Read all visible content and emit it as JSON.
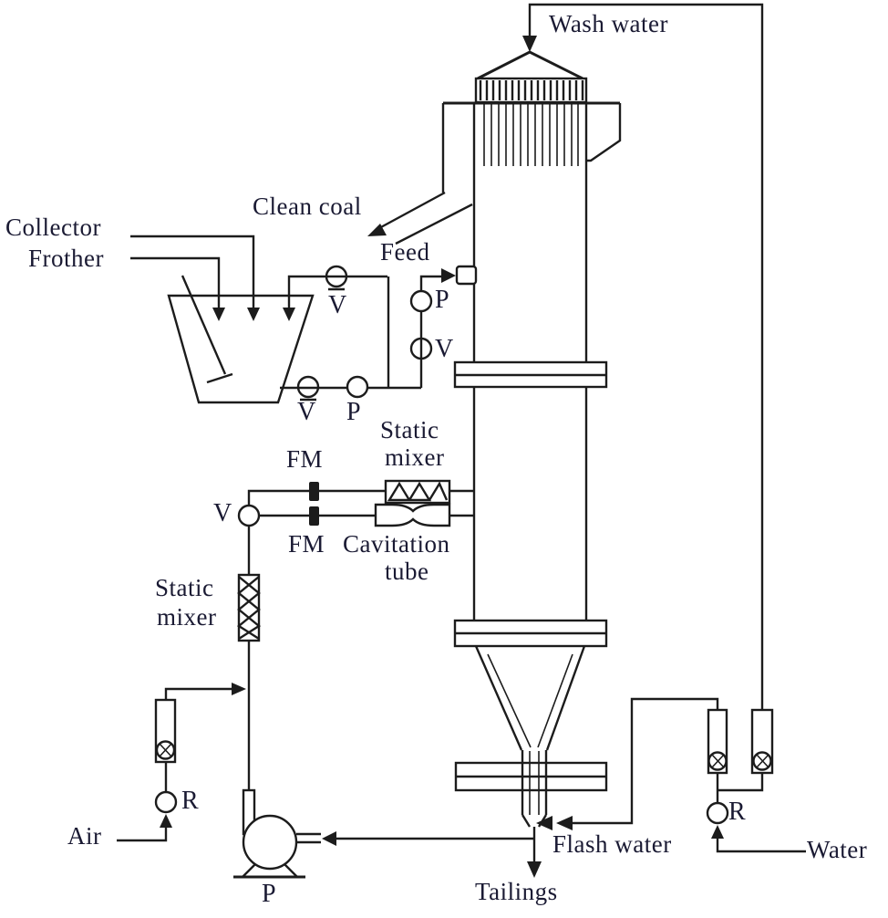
{
  "figure": {
    "kind": "column flotation process flow diagram"
  },
  "labels": {
    "wash_water": "Wash water",
    "collector": "Collector",
    "frother": "Frother",
    "clean_coal": "Clean coal",
    "feed": "Feed",
    "flow_meter": "FM",
    "valve": "V",
    "pressure_gauge": "P",
    "regulator": "R",
    "pump": "P",
    "static_mixer_line1": "Static",
    "static_mixer_line2": "mixer",
    "cavitation_line1": "Cavitation",
    "cavitation_line2": "tube",
    "air": "Air",
    "water": "Water",
    "flash_water": "Flash water",
    "tailings": "Tailings"
  },
  "colors": {
    "valve_fill": "#45C7E2",
    "line": "#1C1C1C",
    "text": "#1A1A33"
  }
}
